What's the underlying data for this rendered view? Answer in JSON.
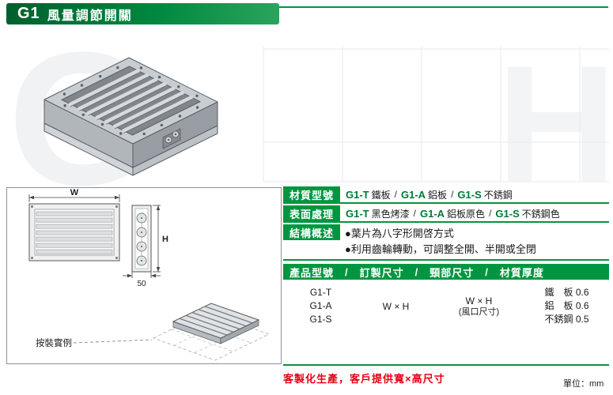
{
  "header": {
    "code": "G1",
    "title": "風量調節開關"
  },
  "drawing": {
    "width_label": "W",
    "height_label": "H",
    "depth_label": "50",
    "install_label": "按裝實例"
  },
  "specs": {
    "rows": [
      {
        "label": "材質型號",
        "separator": "/",
        "parts": [
          {
            "code": "G1-T",
            "desc": "鐵板"
          },
          {
            "code": "G1-A",
            "desc": "鋁板"
          },
          {
            "code": "G1-S",
            "desc": "不銹鋼"
          }
        ]
      },
      {
        "label": "表面處理",
        "separator": "/",
        "parts": [
          {
            "code": "G1-T",
            "desc": "黑色烤漆"
          },
          {
            "code": "G1-A",
            "desc": "鋁板原色"
          },
          {
            "code": "G1-S",
            "desc": "不銹鋼色"
          }
        ]
      },
      {
        "label": "結構概述",
        "bullets": [
          "●葉片為八字形開啓方式",
          "●利用齒輪轉動，可調整全開、半開或全閉"
        ]
      }
    ],
    "table": {
      "columns": [
        "產品型號",
        "訂製尺寸",
        "頸部尺寸",
        "材質厚度"
      ],
      "column_separator": "/",
      "models": [
        "G1-T",
        "G1-A",
        "G1-S"
      ],
      "custom_size": "W × H",
      "neck_size": "W × H",
      "neck_note": "(風口尺寸)",
      "thickness": [
        "鐵　板 0.6",
        "鋁　板 0.6",
        "不銹鋼 0.5"
      ]
    }
  },
  "footer": {
    "note": "客製化生產，客戶提供寬×高尺寸",
    "unit": "單位：mm"
  },
  "watermark": {
    "letters": [
      "G",
      "H"
    ]
  },
  "colors": {
    "green": "#009641",
    "green_dark": "#00602d",
    "red": "#e60012"
  }
}
